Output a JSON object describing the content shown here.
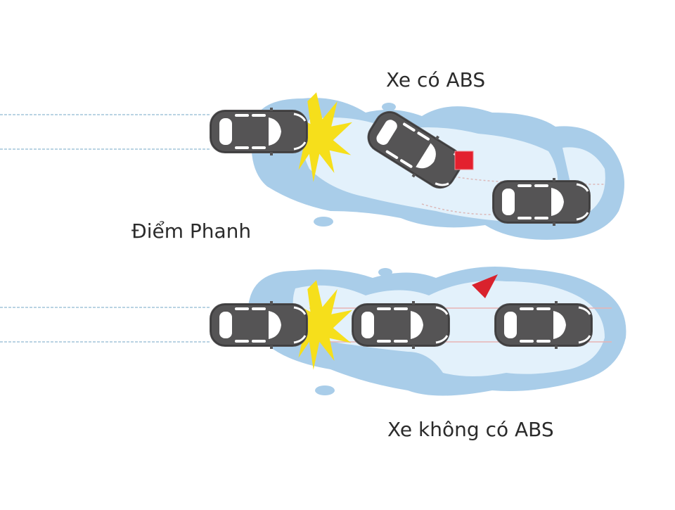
{
  "diagram": {
    "title_with_abs": "Xe có ABS",
    "title_without_abs": "Xe không có ABS",
    "brake_point_label": "Điểm Phanh",
    "colors": {
      "water_dark": "#a9cde9",
      "water_light": "#e3f1fb",
      "car_body": "#555455",
      "car_window": "#ffffff",
      "impact_star": "#f6df1b",
      "obstacle_red": "#e3202e",
      "track_line": "#b9d3e3",
      "path_line_red": "#e8b4b4",
      "text": "#2b2b2b"
    },
    "scenarios": [
      {
        "name": "with-abs",
        "label": "Xe có ABS",
        "outcome": "car steers around obstacle",
        "obstacle": "red-square"
      },
      {
        "name": "without-abs",
        "label": "Xe không có ABS",
        "outcome": "car slides straight past obstacle",
        "obstacle": "red-triangle"
      }
    ]
  }
}
